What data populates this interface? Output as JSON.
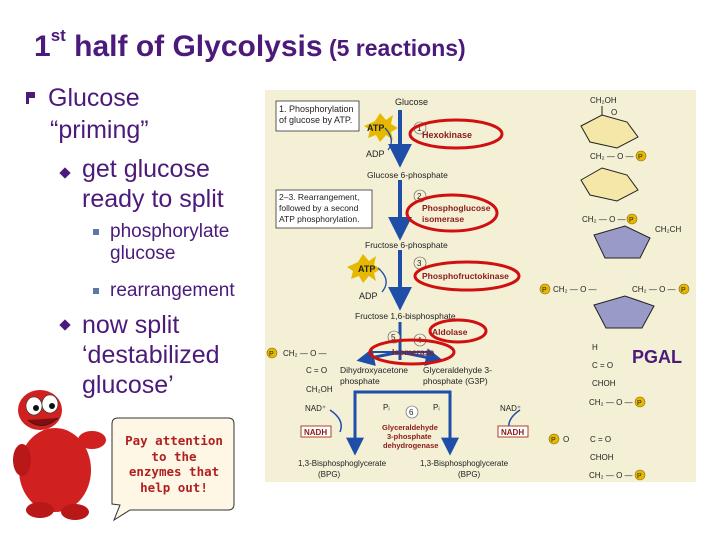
{
  "title": {
    "main": "1",
    "sup": "st",
    "rest": " half of Glycolysis",
    "paren": " (5 reactions)"
  },
  "bullets": {
    "glucose": "Glucose",
    "priming": "“priming”",
    "sub1_line1": "get glucose",
    "sub1_line2": "ready to split",
    "sub1a": "phosphorylate",
    "sub1a2": "glucose",
    "sub1b": "rearrangement",
    "sub2_line1": "now split",
    "sub2_line2": "‘destabilized",
    "sub2_line3": "glucose’"
  },
  "bubble": {
    "l1": "Pay attention",
    "l2": "to the",
    "l3": "enzymes that",
    "l4": "help out!"
  },
  "pgal": "PGAL",
  "figure": {
    "step1": [
      "1. Phosphorylation",
      "of glucose by ATP."
    ],
    "step23": [
      "2–3. Rearrangement,",
      "followed by a second",
      "ATP phosphorylation."
    ],
    "metabolites": {
      "glucose": "Glucose",
      "g6p": "Glucose 6-phosphate",
      "f6p": "Fructose 6-phosphate",
      "f16bp": "Fructose 1,6-bisphosphate",
      "dhap": [
        "Dihydroxyacetone",
        "phosphate"
      ],
      "g3p": [
        "Glyceraldehyde 3-",
        "phosphate (G3P)"
      ],
      "bpg_l": [
        "1,3-Bisphosphoglycerate",
        "(BPG)"
      ],
      "bpg_r": [
        "1,3-Bisphosphoglycerate",
        "(BPG)"
      ]
    },
    "enzymes": {
      "hexokinase": "Hexokinase",
      "isomerase": [
        "Phosphoglucose",
        "isomerase"
      ],
      "pfk": "Phosphofructokinase",
      "aldolase": "Aldolase",
      "tpi": "Isomerase",
      "gapdh": [
        "Glyceraldehyde",
        "3-phosphate",
        "dehydrogenase"
      ]
    },
    "cofactors": {
      "atp": "ATP",
      "adp": "ADP",
      "nad": "NAD⁺",
      "nadh": "NADH",
      "pi": "Pᵢ",
      "p": "P"
    },
    "steps": {
      "s1": "1",
      "s2": "2",
      "s3": "3",
      "s4": "4",
      "s5": "5",
      "s6": "6"
    },
    "structures": {
      "ch2oh": "CH₂OH",
      "ch2o": "CH₂ — O —",
      "o": "O",
      "ch": "CH₂CH",
      "h": "H",
      "co": "C = O",
      "choh": "CHOH",
      "c": "C",
      "ch2": "CH₂"
    }
  },
  "colors": {
    "title": "#4b1a7a",
    "enzyme": "#8a1a1a",
    "ring": "#d01010",
    "arrow": "#1e4ea8",
    "atp": "#e6b800",
    "figure_bg": "#f4f0d6"
  }
}
